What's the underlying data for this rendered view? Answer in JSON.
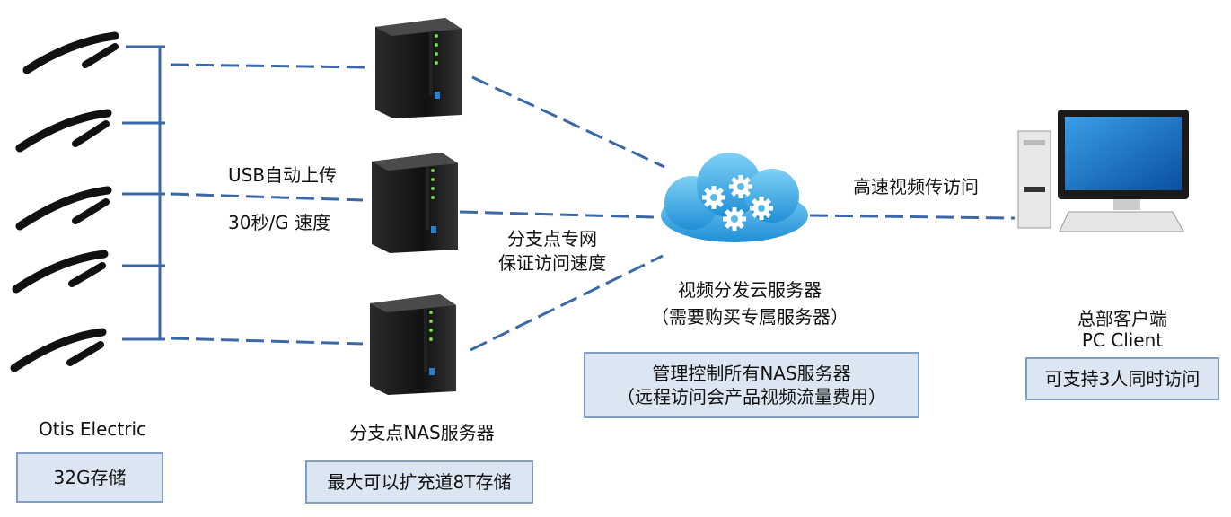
{
  "devices": {
    "name": "Otis Electric",
    "storage": "32G存储"
  },
  "usb": {
    "line1": "USB自动上传",
    "line2": "30秒/G  速度"
  },
  "nas": {
    "title": "分支点NAS服务器",
    "note": "最大可以扩充道8T存储"
  },
  "branch_net": {
    "line1": "分支点专网",
    "line2": "保证访问速度"
  },
  "cloud": {
    "title": "视频分发云服务器",
    "subtitle": "（需要购买专属服务器）",
    "box_line1": "管理控制所有NAS服务器",
    "box_line2": "（远程访问会产品视频流量费用）"
  },
  "link": {
    "label": "高速视频传访问"
  },
  "client": {
    "title": "总部客户端",
    "subtitle": "PC Client",
    "note": "可支持3人同时访问"
  },
  "colors": {
    "line": "#3b68a8",
    "box_fill": "#dce6f2",
    "box_border": "#7f9fc4"
  }
}
